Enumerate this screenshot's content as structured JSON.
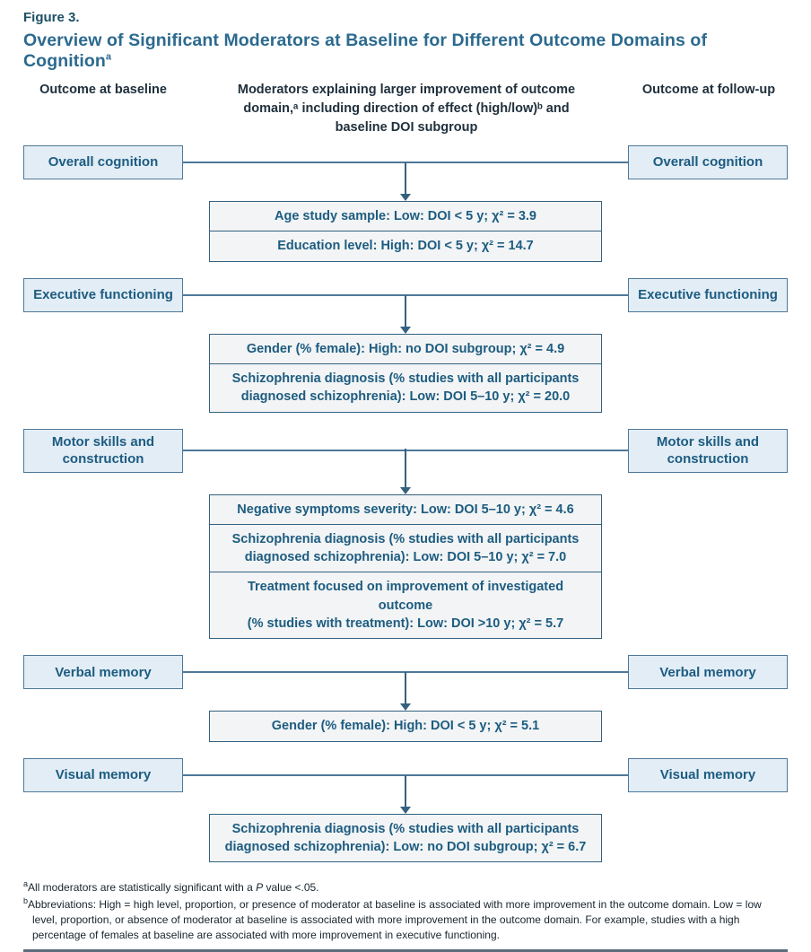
{
  "figure": {
    "label": "Figure 3.",
    "title": "Overview of Significant Moderators at Baseline for Different Outcome Domains of Cognition",
    "title_sup": "a"
  },
  "headers": {
    "left": "Outcome at baseline",
    "middle": "Moderators explaining larger improvement of outcome\ndomain,ᵃ including direction of effect (high/low)ᵇ and\nbaseline DOI subgroup",
    "right": "Outcome at follow-up"
  },
  "rows": [
    {
      "baseline": "Overall cognition",
      "followup": "Overall cognition",
      "moderators": [
        "Age study sample: Low: DOI < 5 y; χ² = 3.9",
        "Education level: High: DOI < 5 y; χ² = 14.7"
      ]
    },
    {
      "baseline": "Executive functioning",
      "followup": "Executive functioning",
      "moderators": [
        "Gender (% female): High: no DOI subgroup; χ² = 4.9",
        "Schizophrenia diagnosis (% studies with all participants\ndiagnosed schizophrenia): Low: DOI 5–10 y; χ² = 20.0"
      ]
    },
    {
      "baseline": "Motor skills and\nconstruction",
      "followup": "Motor skills and\nconstruction",
      "moderators": [
        "Negative symptoms severity: Low: DOI 5–10 y; χ² = 4.6",
        "Schizophrenia diagnosis (% studies with all participants\ndiagnosed schizophrenia): Low: DOI 5–10 y; χ² = 7.0",
        "Treatment focused on improvement of investigated outcome\n(% studies with treatment): Low: DOI >10 y; χ² = 5.7"
      ]
    },
    {
      "baseline": "Verbal memory",
      "followup": "Verbal memory",
      "moderators": [
        "Gender (% female): High: DOI < 5 y; χ² = 5.1"
      ]
    },
    {
      "baseline": "Visual memory",
      "followup": "Visual memory",
      "moderators": [
        "Schizophrenia diagnosis (% studies with all participants\ndiagnosed schizophrenia): Low: no DOI subgroup; χ² = 6.7"
      ]
    }
  ],
  "footnotes": {
    "a_marker": "a",
    "a_pre": "All moderators are statistically significant with a ",
    "a_italic": "P",
    "a_post": " value <.05.",
    "b_marker": "b",
    "b_text": "Abbreviations: High = high level, proportion, or presence of moderator at baseline is associated with more improvement in the outcome domain. Low = low level, proportion, or absence of moderator at baseline is associated with more improvement in the outcome domain. For example, studies with a high percentage of females at baseline are associated with more improvement in executive functioning."
  },
  "colors": {
    "title_blue": "#2c6a8f",
    "outcome_box_fill": "#e2edf6",
    "outcome_box_border": "#4e7899",
    "moderator_box_fill": "#f2f4f5",
    "moderator_box_border": "#35617f",
    "text_teal": "#1d5c80",
    "bottom_rule": "#5d6d7c"
  }
}
